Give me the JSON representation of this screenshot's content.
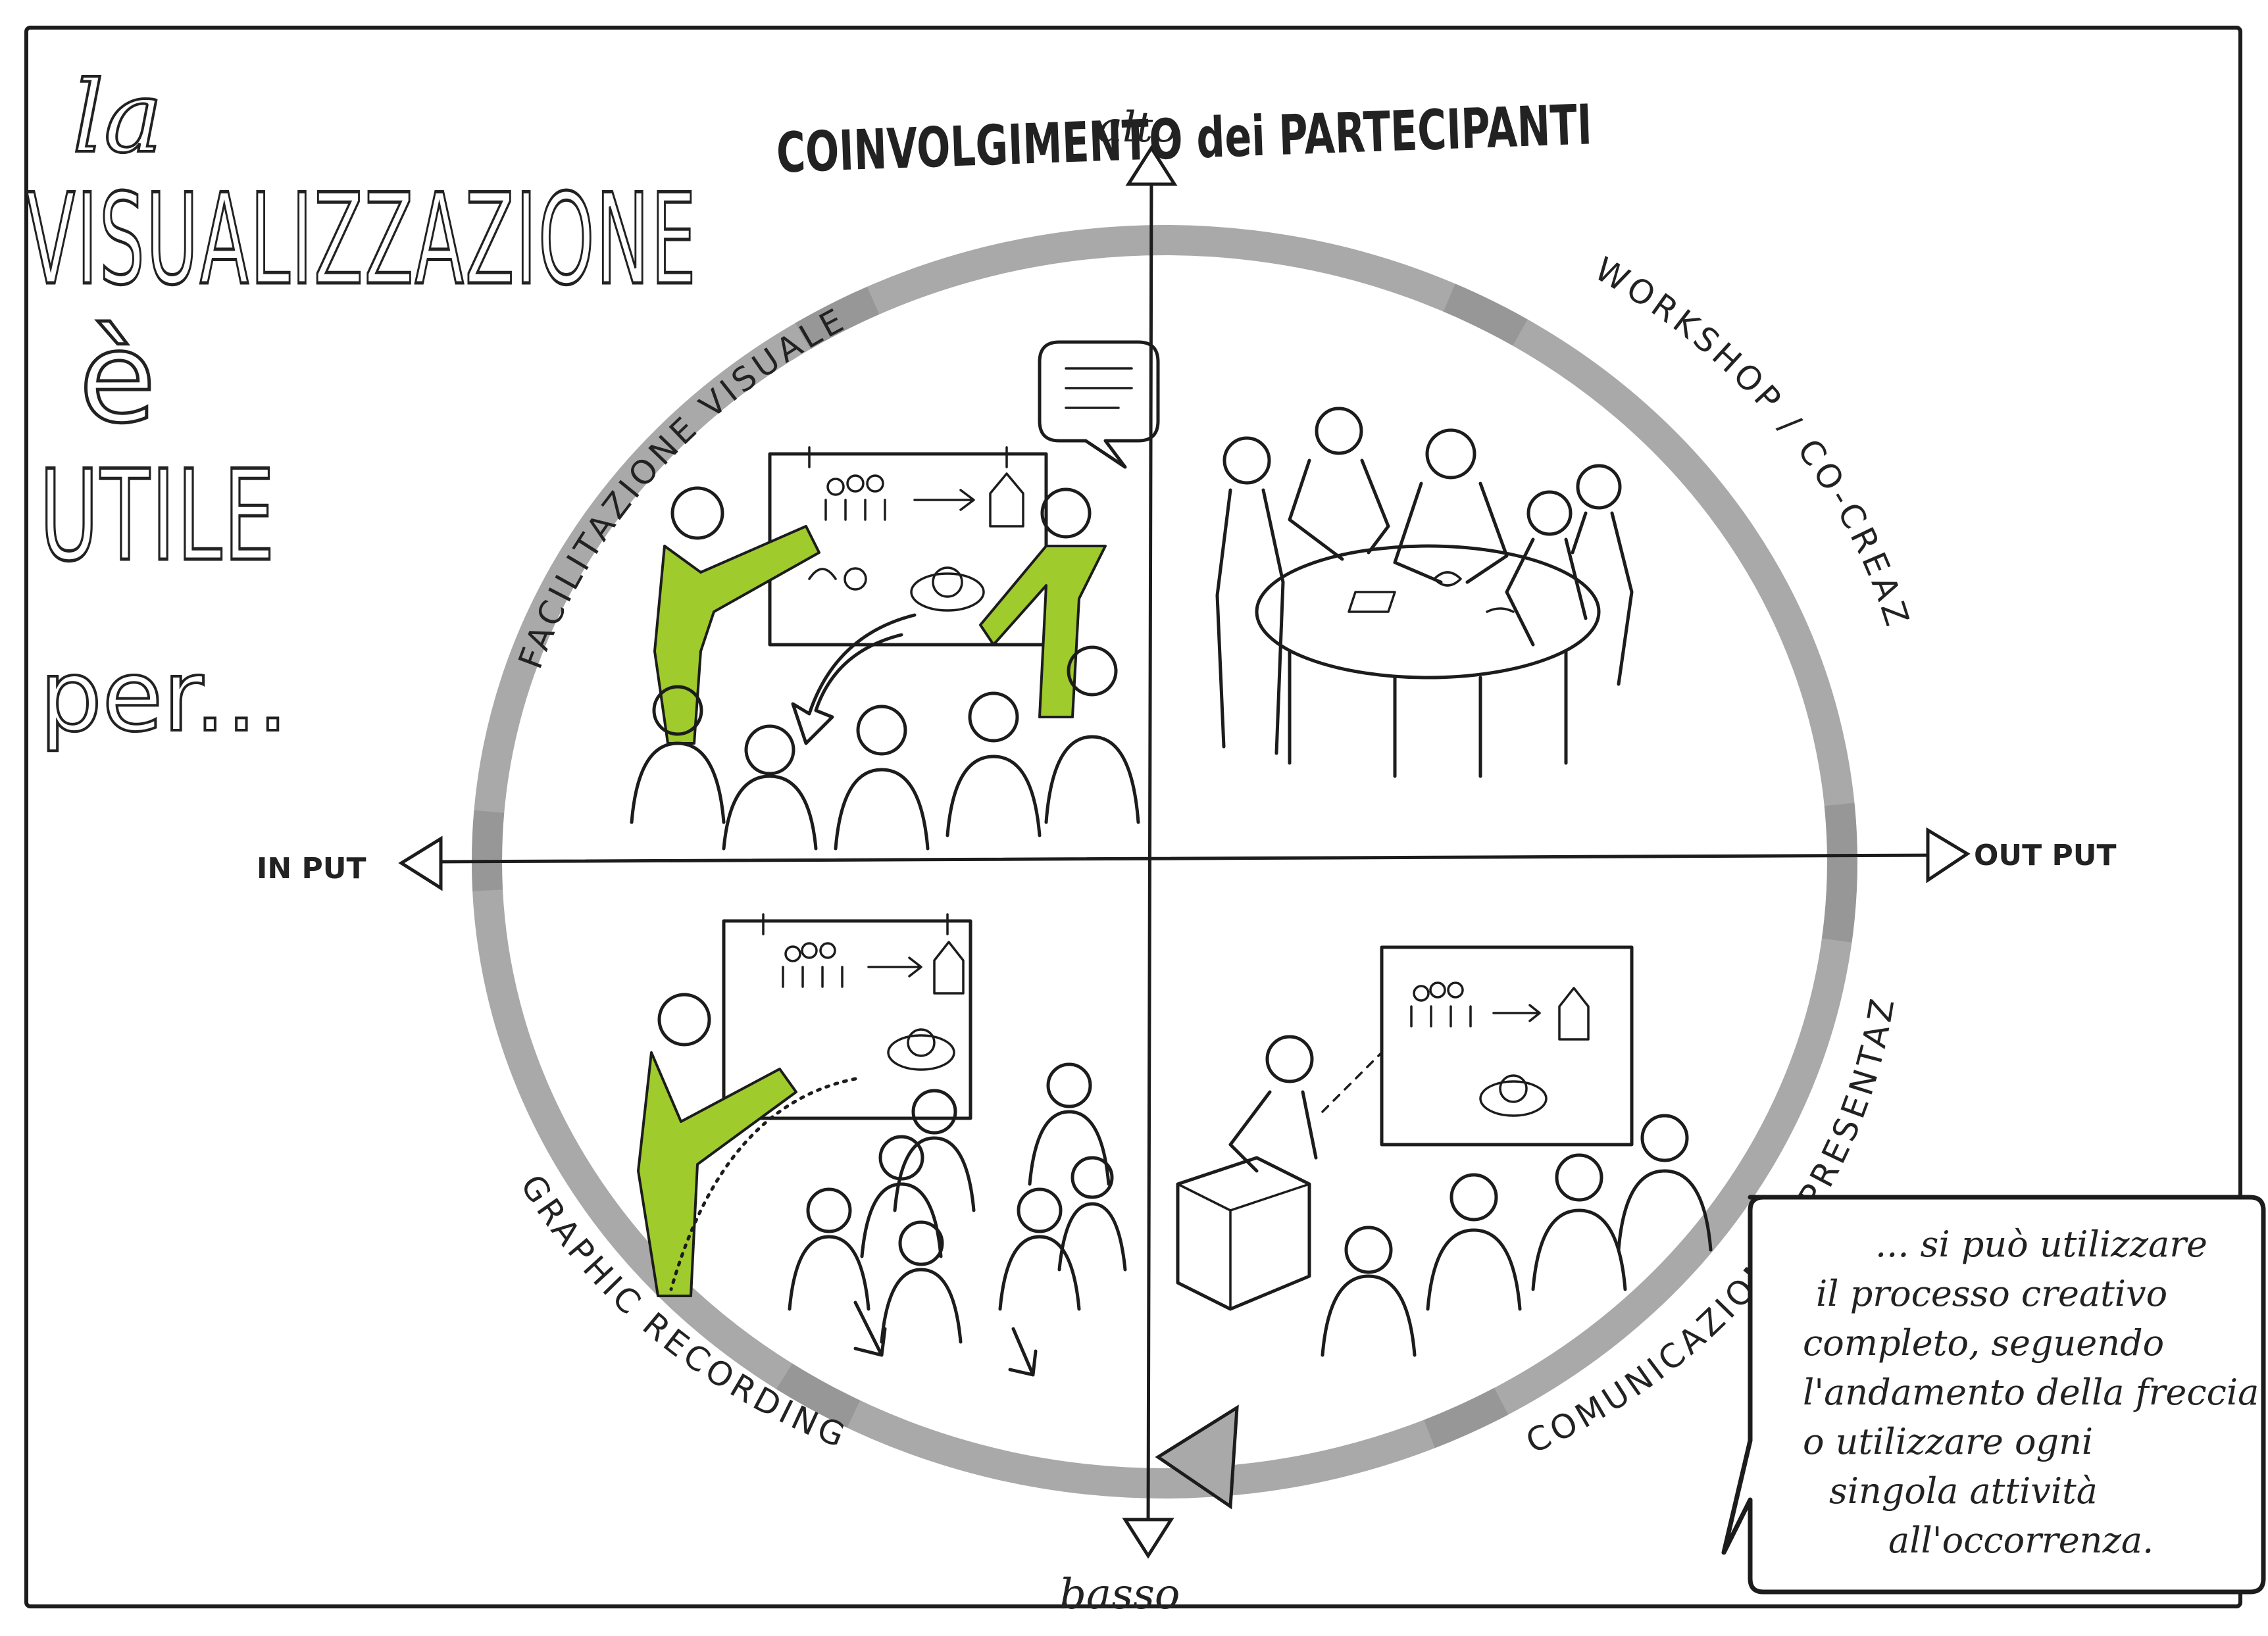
{
  "title": {
    "line1": "la",
    "line2": "VISUALIZZAZIONE",
    "line3": "è",
    "line4": "UTILE",
    "line5": "per..."
  },
  "heading": "COINVOLGIMENTO dei PARTECIPANTI",
  "axes": {
    "top": "alto",
    "bottom": "basso",
    "left": "IN PUT",
    "right": "OUT PUT"
  },
  "quadrants": {
    "top_left": "FACILITAZIONE VISUALE",
    "top_right": "WORKSHOP / CO-CREAZIONE",
    "bottom_left": "GRAPHIC RECORDING",
    "bottom_right": "COMUNICAZIONE / PRESENTAZIONE"
  },
  "note": {
    "lines": [
      "... si può utilizzare",
      "il processo creativo",
      "completo, seguendo",
      "l'andamento della freccia",
      "o utilizzare ogni",
      "singola attività",
      "all'occorrenza."
    ]
  },
  "colors": {
    "accent_green": "#9fcb2c",
    "ring_gray": "#a9a9a9",
    "ink": "#1c1c1c"
  }
}
